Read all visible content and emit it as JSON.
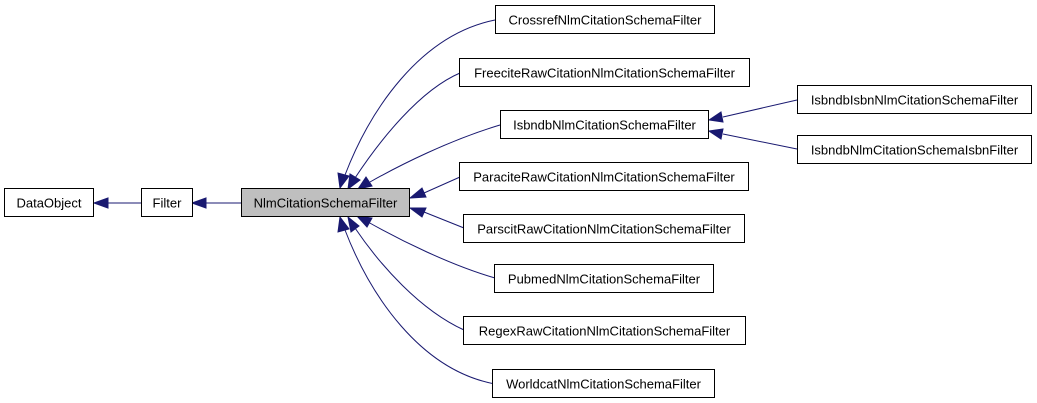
{
  "nodes": {
    "dataobject": "DataObject",
    "filter": "Filter",
    "nlm": "NlmCitationSchemaFilter",
    "crossref": "CrossrefNlmCitationSchemaFilter",
    "freecite": "FreeciteRawCitationNlmCitationSchemaFilter",
    "isbndb": "IsbndbNlmCitationSchemaFilter",
    "paracite": "ParaciteRawCitationNlmCitationSchemaFilter",
    "parscit": "ParscitRawCitationNlmCitationSchemaFilter",
    "pubmed": "PubmedNlmCitationSchemaFilter",
    "regex": "RegexRawCitationNlmCitationSchemaFilter",
    "worldcat": "WorldcatNlmCitationSchemaFilter",
    "isbndb_isbn_nlm": "IsbndbIsbnNlmCitationSchemaFilter",
    "isbndb_nlm_isbn": "IsbndbNlmCitationSchemaIsbnFilter"
  },
  "colors": {
    "edge": "#191970",
    "highlight_fill": "#bfbfbf",
    "box_border": "#000000"
  }
}
